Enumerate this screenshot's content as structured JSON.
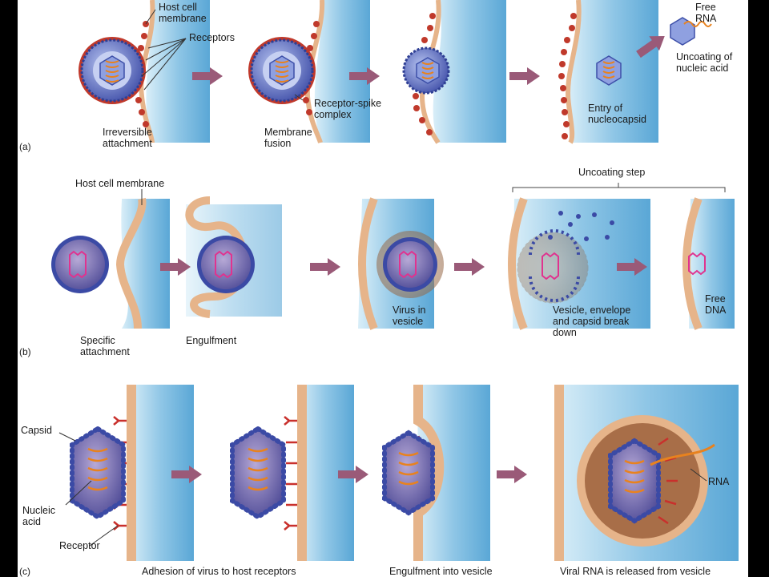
{
  "panel_a": {
    "letter": "(a)",
    "host_cell_membrane": "Host cell membrane",
    "receptors": "Receptors",
    "receptor_spike": "Receptor-spike complex",
    "free_rna": "Free RNA",
    "uncoating": "Uncoating of nucleic acid",
    "entry": "Entry of nucleocapsid",
    "irreversible": "Irreversible attachment",
    "fusion": "Membrane fusion"
  },
  "panel_b": {
    "letter": "(b)",
    "host_cell_membrane": "Host cell membrane",
    "uncoating_step": "Uncoating step",
    "specific": "Specific attachment",
    "engulfment": "Engulfment",
    "virus_in_vesicle": "Virus in vesicle",
    "breakdown": "Vesicle, envelope and capsid break down",
    "free_dna": "Free DNA"
  },
  "panel_c": {
    "letter": "(c)",
    "capsid": "Capsid",
    "nucleic_acid": "Nucleic acid",
    "receptor": "Receptor",
    "rna": "RNA",
    "adhesion": "Adhesion of virus to host receptors",
    "engulfment": "Engulfment into vesicle",
    "released": "Viral RNA is released from vesicle"
  },
  "colors": {
    "membrane": "#e6b48a",
    "membrane_edge": "#b07a4f",
    "cytoplasm": "#9fd0ea",
    "capsid": "#3d4fa8",
    "envelope_spike": "#2f3f94",
    "nucleic_acid": "#e8821e",
    "dna": "#e0338f",
    "receptor": "#c9302c",
    "arrow": "#9a5a78"
  }
}
